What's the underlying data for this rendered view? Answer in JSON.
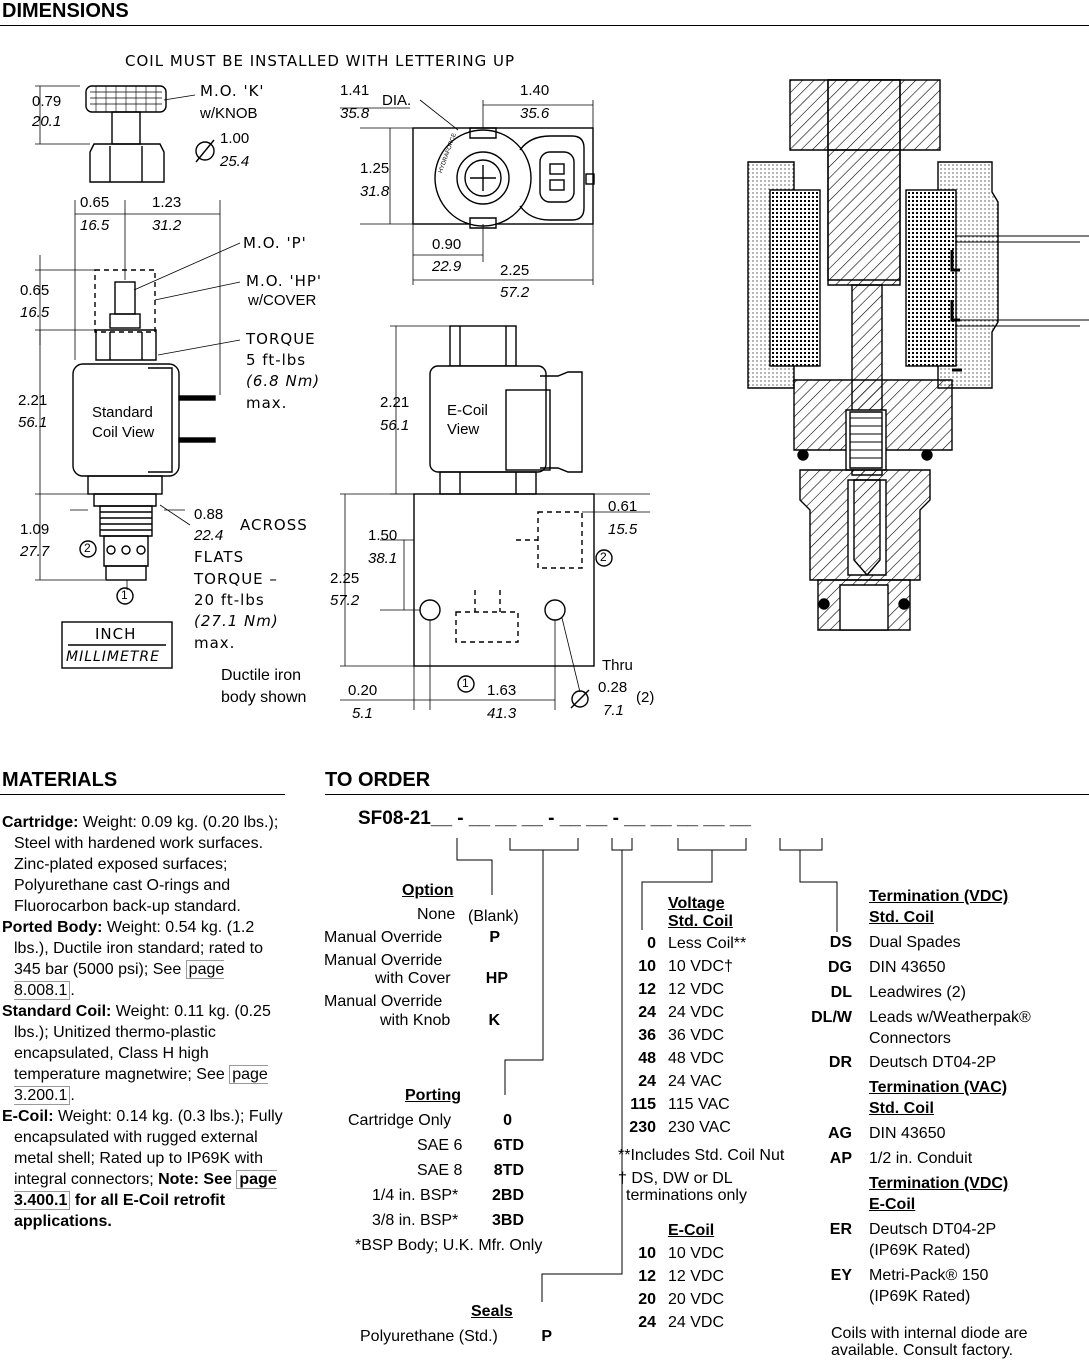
{
  "dimensions": {
    "title": "DIMENSIONS",
    "coil_note": "COIL MUST BE INSTALLED WITH LETTERING UP",
    "left_view": {
      "mo_k": "M.O. 'K'",
      "w_knob": "w/KNOB",
      "knob_dia_in": "1.00",
      "knob_dia_mm": "25.4",
      "d079_in": "0.79",
      "d079_mm": "20.1",
      "d065a_in": "0.65",
      "d065a_mm": "16.5",
      "d123_in": "1.23",
      "d123_mm": "31.2",
      "mo_p": "M.O. 'P'",
      "mo_hp": "M.O. 'HP'",
      "w_cover": "w/COVER",
      "d065b_in": "0.65",
      "d065b_mm": "16.5",
      "torque_5": "TORQUE",
      "torque_5_val": "5 ft-lbs",
      "torque_5_nm": "(6.8 Nm)",
      "max1": "max.",
      "d221_in": "2.21",
      "d221_mm": "56.1",
      "std_coil_1": "Standard",
      "std_coil_2": "Coil View",
      "d088_in": "0.88",
      "d088_mm": "22.4",
      "across": "ACROSS",
      "flats": "FLATS",
      "torque_20": "TORQUE –",
      "torque_20_val": "20 ft-lbs",
      "torque_20_nm": "(27.1 Nm)",
      "max2": "max.",
      "d109_in": "1.09",
      "d109_mm": "27.7",
      "port2": "2",
      "port1": "1",
      "legend_inch": "INCH",
      "legend_mm": "MILLIMETRE"
    },
    "top_view": {
      "d141_in": "1.41",
      "d141_mm": "35.8",
      "dia": "DIA.",
      "d140_in": "1.40",
      "d140_mm": "35.6",
      "d125_in": "1.25",
      "d125_mm": "31.8",
      "d090_in": "0.90",
      "d090_mm": "22.9",
      "d225_in": "2.25",
      "d225_mm": "57.2",
      "hydraforce": "HYDRAFORCE"
    },
    "front_view": {
      "d221_in": "2.21",
      "d221_mm": "56.1",
      "ecoil_1": "E-Coil",
      "ecoil_2": "View",
      "d061_in": "0.61",
      "d061_mm": "15.5",
      "d150_in": "1.50",
      "d150_mm": "38.1",
      "d225_in": "2.25",
      "d225_mm": "57.2",
      "port2": "2",
      "port1": "1",
      "ductile_1": "Ductile iron",
      "ductile_2": "body shown",
      "d020_in": "0.20",
      "d020_mm": "5.1",
      "d163_in": "1.63",
      "d163_mm": "41.3",
      "thru": "Thru",
      "d028_in": "0.28",
      "d028_mm": "7.1",
      "qty": "(2)"
    }
  },
  "materials": {
    "title": "MATERIALS",
    "cartridge_label": "Cartridge:",
    "cartridge_text": " Weight: 0.09 kg. (0.20 lbs.); Steel with hardened work surfaces. Zinc-plated exposed surfaces; Polyurethane cast O-rings and Fluorocarbon back-up standard.",
    "body_label": "Ported Body:",
    "body_text": " Weight: 0.54 kg. (1.2 lbs.), Ductile iron standard; rated to 345 bar (5000 psi); See ",
    "body_ref": "page 8.008.1",
    "body_end": ".",
    "coil_label": "Standard Coil:",
    "coil_text": " Weight: 0.11 kg. (0.25 lbs.); Unitized thermo-plastic encapsulated, Class H high temperature magnetwire; See ",
    "coil_ref": "page 3.200.1",
    "coil_end": ".",
    "ecoil_label": "E-Coil:",
    "ecoil_text": " Weight: 0.14 kg. (0.3 lbs.); Fully encapsulated with rugged external metal shell; Rated up to IP69K with integral connectors; ",
    "ecoil_note": "Note: See ",
    "ecoil_ref": "page 3.400.1",
    "ecoil_end": " for all E-Coil retrofit applications."
  },
  "to_order": {
    "title": "TO ORDER",
    "model": "SF08-21",
    "model_suffix": "__ - __ __ __ - __ __ - __ __ __ __ __",
    "option": {
      "heading": "Option",
      "rows": [
        {
          "label": "None",
          "note": "(Blank)",
          "code": ""
        },
        {
          "label": "Manual Override",
          "code": "P"
        },
        {
          "label": "Manual Override",
          "label2": "with Cover",
          "code": "HP"
        },
        {
          "label": "Manual Override",
          "label2": "with Knob",
          "code": "K"
        }
      ]
    },
    "porting": {
      "heading": "Porting",
      "rows": [
        {
          "label": "Cartridge Only",
          "code": "0"
        },
        {
          "label": "SAE 6",
          "code": "6TD"
        },
        {
          "label": "SAE 8",
          "code": "8TD"
        },
        {
          "label": "1/4 in. BSP*",
          "code": "2BD"
        },
        {
          "label": "3/8 in. BSP*",
          "code": "3BD"
        }
      ],
      "footnote": "*BSP Body; U.K. Mfr. Only"
    },
    "seals": {
      "heading": "Seals",
      "rows": [
        {
          "label": "Polyurethane (Std.)",
          "code": "P"
        }
      ]
    },
    "voltage": {
      "heading1": "Voltage",
      "heading2": "Std. Coil",
      "rows": [
        {
          "code": "0",
          "label": "Less Coil**"
        },
        {
          "code": "10",
          "label": "10 VDC†"
        },
        {
          "code": "12",
          "label": "12 VDC"
        },
        {
          "code": "24",
          "label": "24 VDC"
        },
        {
          "code": "36",
          "label": "36 VDC"
        },
        {
          "code": "48",
          "label": "48 VDC"
        },
        {
          "code": "24",
          "label": "24 VAC"
        },
        {
          "code": "115",
          "label": "115 VAC"
        },
        {
          "code": "230",
          "label": "230 VAC"
        }
      ],
      "note1": "**Includes Std. Coil Nut",
      "note2a": "† DS, DW or DL",
      "note2b": "terminations only"
    },
    "ecoil": {
      "heading": "E-Coil",
      "rows": [
        {
          "code": "10",
          "label": "10 VDC"
        },
        {
          "code": "12",
          "label": "12 VDC"
        },
        {
          "code": "20",
          "label": "20 VDC"
        },
        {
          "code": "24",
          "label": "24 VDC"
        }
      ]
    },
    "term_vdc": {
      "heading1": "Termination (VDC)",
      "heading2": "Std. Coil",
      "rows": [
        {
          "code": "DS",
          "label": "Dual Spades"
        },
        {
          "code": "DG",
          "label": "DIN 43650"
        },
        {
          "code": "DL",
          "label": "Leadwires (2)"
        },
        {
          "code": "DL/W",
          "label": "Leads w/Weatherpak®",
          "label2": "Connectors"
        },
        {
          "code": "DR",
          "label": "Deutsch DT04-2P"
        }
      ]
    },
    "term_vac": {
      "heading1": "Termination (VAC)",
      "heading2": "Std. Coil",
      "rows": [
        {
          "code": "AG",
          "label": "DIN 43650"
        },
        {
          "code": "AP",
          "label": "1/2 in. Conduit"
        }
      ]
    },
    "term_ecoil": {
      "heading1": "Termination (VDC)",
      "heading2": "E-Coil",
      "rows": [
        {
          "code": "ER",
          "label": "Deutsch DT04-2P",
          "label2": "(IP69K Rated)"
        },
        {
          "code": "EY",
          "label": "Metri-Pack® 150",
          "label2": "(IP69K Rated)"
        }
      ]
    },
    "diode_note1": "Coils with internal diode are",
    "diode_note2": "available. Consult factory."
  }
}
